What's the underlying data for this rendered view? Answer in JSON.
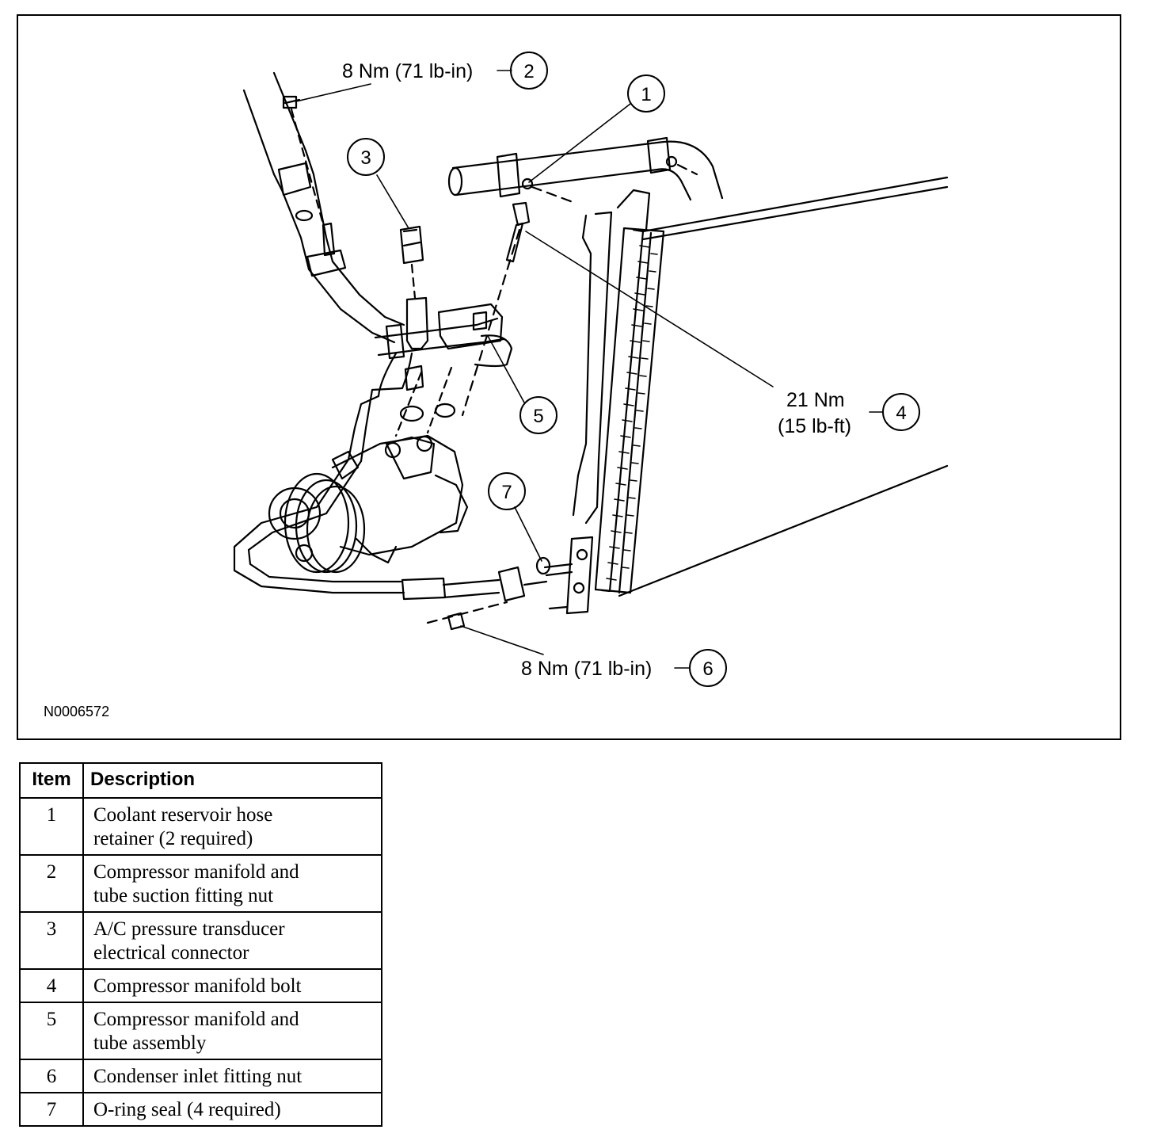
{
  "figure": {
    "id": "N0006572",
    "callouts": [
      {
        "number": "1",
        "torque": ""
      },
      {
        "number": "2",
        "torque": "8 Nm (71 lb-in)"
      },
      {
        "number": "3",
        "torque": ""
      },
      {
        "number": "4",
        "torque_line1": "21 Nm",
        "torque_line2": "(15 lb-ft)"
      },
      {
        "number": "5",
        "torque": ""
      },
      {
        "number": "6",
        "torque": "8 Nm (71 lb-in)"
      },
      {
        "number": "7",
        "torque": ""
      }
    ]
  },
  "legend": {
    "headers": {
      "item": "Item",
      "description": "Description"
    },
    "rows": [
      {
        "item": "1",
        "line1": "Coolant reservoir hose",
        "line2": "retainer (2 required)"
      },
      {
        "item": "2",
        "line1": "Compressor manifold and",
        "line2": "tube suction fitting nut"
      },
      {
        "item": "3",
        "line1": "A/C pressure transducer",
        "line2": "electrical connector"
      },
      {
        "item": "4",
        "line1": "Compressor manifold bolt",
        "line2": ""
      },
      {
        "item": "5",
        "line1": "Compressor manifold and",
        "line2": "tube assembly"
      },
      {
        "item": "6",
        "line1": "Condenser inlet fitting nut",
        "line2": ""
      },
      {
        "item": "7",
        "line1": "O-ring seal (4 required)",
        "line2": ""
      }
    ]
  }
}
